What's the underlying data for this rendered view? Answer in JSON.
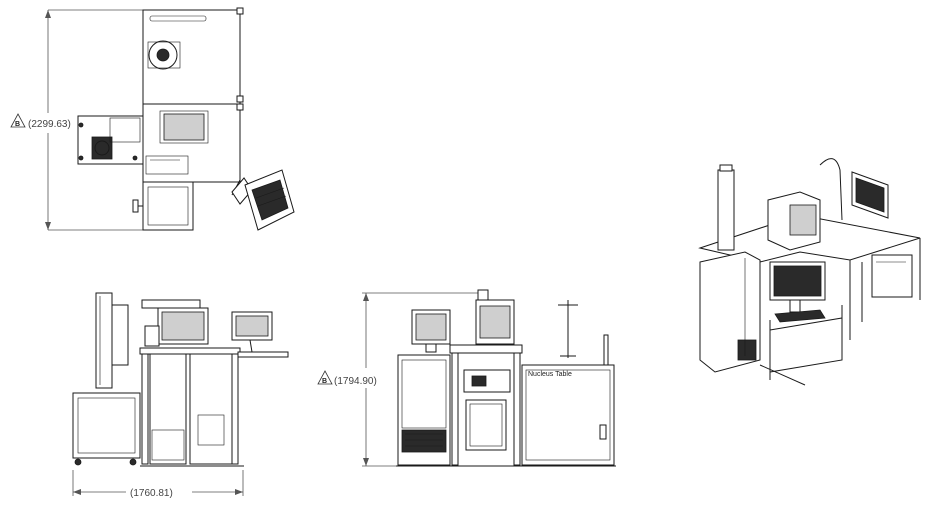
{
  "dimensions": {
    "top_height": {
      "value": "(2299.63)",
      "tag": "B"
    },
    "side_width": {
      "value": "(1760.81)"
    },
    "front_height": {
      "value": "(1794.90)",
      "tag": "B"
    }
  },
  "labels": {
    "brand": "Nucleus Table"
  },
  "views": [
    "top-view",
    "side-view",
    "front-view",
    "isometric-view"
  ]
}
